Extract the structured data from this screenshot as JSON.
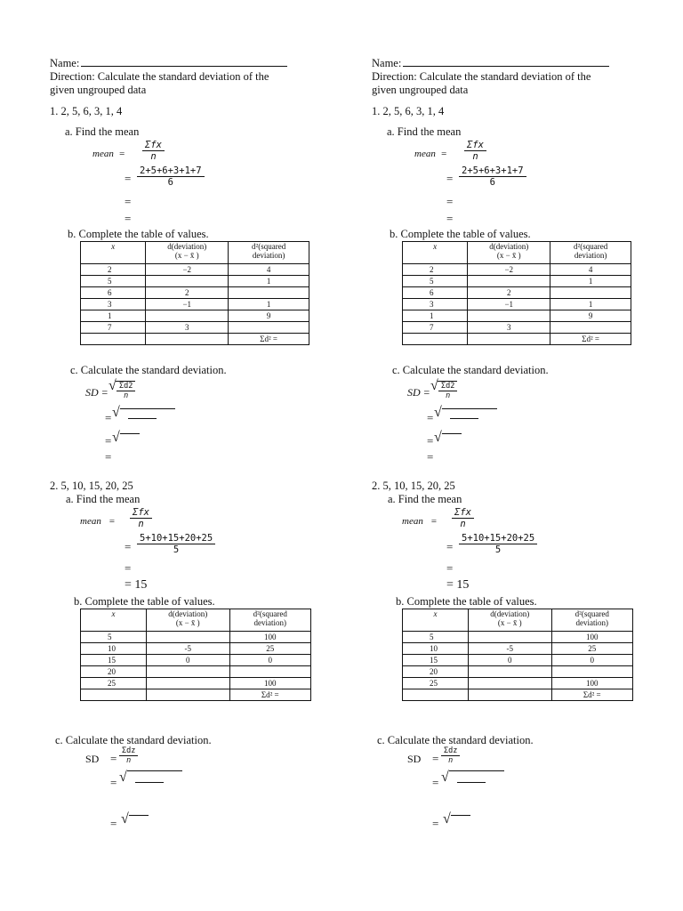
{
  "header": {
    "name_label": "Name:",
    "direction_line1": "Direction: Calculate the standard deviation of the",
    "direction_line2": "given ungrouped data"
  },
  "problem1": {
    "number_text": "1.  2, 5, 6, 3, 1, 4",
    "part_a": "a. Find the mean",
    "mean_word": "mean",
    "formula_num": "Σfx",
    "formula_den": "n",
    "sum_num": "2+5+6+3+1+7",
    "sum_den": "6",
    "equals": "=",
    "part_b": "b. Complete the table of values.",
    "table_headers": [
      "x",
      "d(deviation)",
      "(x − x̄ )",
      "d²(squared",
      "deviation)"
    ],
    "rows": [
      [
        "2",
        "−2",
        "4"
      ],
      [
        "5",
        "",
        "1"
      ],
      [
        "6",
        "2",
        ""
      ],
      [
        "3",
        "−1",
        "1"
      ],
      [
        "1",
        "",
        "9"
      ],
      [
        "7",
        "3",
        ""
      ],
      [
        "",
        "",
        "Σd² ="
      ]
    ],
    "part_c": "c. Calculate the standard deviation.",
    "sd_label": "SD =",
    "sd_num": "Σd2",
    "sd_den": "n"
  },
  "problem2": {
    "number_text": "2.   5, 10, 15, 20, 25",
    "part_a": "a. Find the mean",
    "mean_word": "mean",
    "formula_num": "Σfx",
    "formula_den": "n",
    "sum_num": "5+10+15+20+25",
    "sum_den": "5",
    "equals": "=",
    "result": "= 15",
    "part_b": "b. Complete the table of values.",
    "table_headers": [
      "x",
      "d(deviation)",
      "(x − x̄ )",
      "d²(squared",
      "deviation)"
    ],
    "rows": [
      [
        "5",
        "",
        "100"
      ],
      [
        "10",
        "-5",
        "25"
      ],
      [
        "15",
        "0",
        "0"
      ],
      [
        "20",
        "",
        ""
      ],
      [
        "25",
        "",
        "100"
      ],
      [
        "",
        "",
        "Σd² ="
      ]
    ],
    "part_c": "c. Calculate the standard deviation.",
    "sd_label": "SD",
    "sd_num": "Σdz",
    "sd_den": "n"
  }
}
